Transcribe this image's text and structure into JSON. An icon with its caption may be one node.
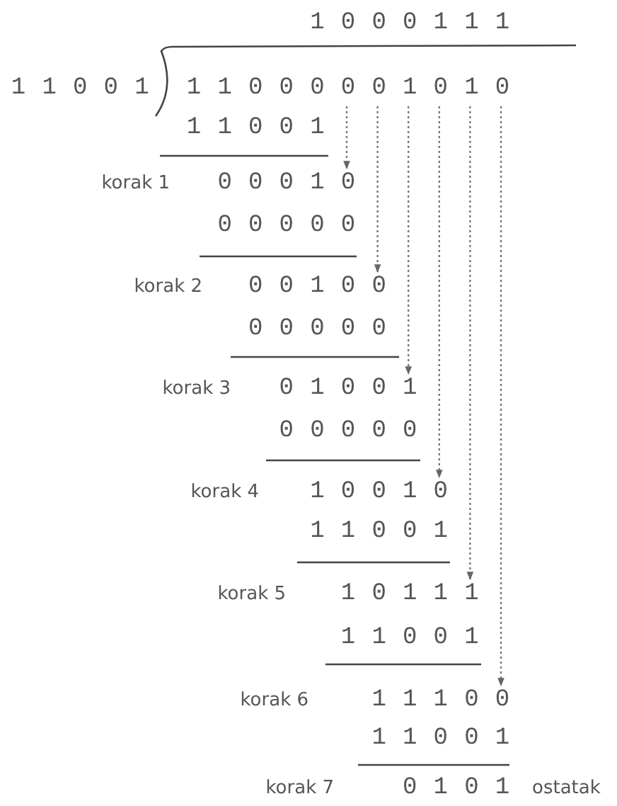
{
  "diagram": {
    "nodes": [
      {
        "text": [
          "11000001010"
        ]
      },
      {
        "text": [
          "00010"
        ],
        "beside": [
          "korak 1"
        ]
      },
      {
        "text": [
          "00100"
        ],
        "beside": [
          "korak 2"
        ]
      },
      {
        "text": [
          "01001"
        ],
        "beside": [
          "korak 3"
        ]
      },
      {
        "text": [
          "10010"
        ],
        "beside": [
          "korak 4"
        ]
      },
      {
        "text": [
          "10111"
        ],
        "beside": [
          "korak 5"
        ]
      },
      {
        "text": [
          "11100"
        ],
        "beside": [
          "korak 6"
        ]
      }
    ],
    "edges": [
      {
        "from": 0,
        "to": 1,
        "arrow": "to",
        "style": "dashed"
      },
      {
        "from": 0,
        "to": 2,
        "arrow": "to",
        "style": "dashed"
      },
      {
        "from": 0,
        "to": 3,
        "arrow": "to",
        "style": "dashed"
      },
      {
        "from": 0,
        "to": 4,
        "arrow": "to",
        "style": "dashed"
      },
      {
        "from": 0,
        "to": 5,
        "arrow": "to",
        "style": "dashed"
      },
      {
        "from": 0,
        "to": 6,
        "arrow": "to",
        "style": "dashed"
      }
    ],
    "labels": [
      "1000111",
      "11001",
      "11001",
      "00000",
      "00000",
      "00000",
      "11001",
      "11001",
      "11001",
      "korak 7",
      "0101",
      "ostatak"
    ]
  }
}
